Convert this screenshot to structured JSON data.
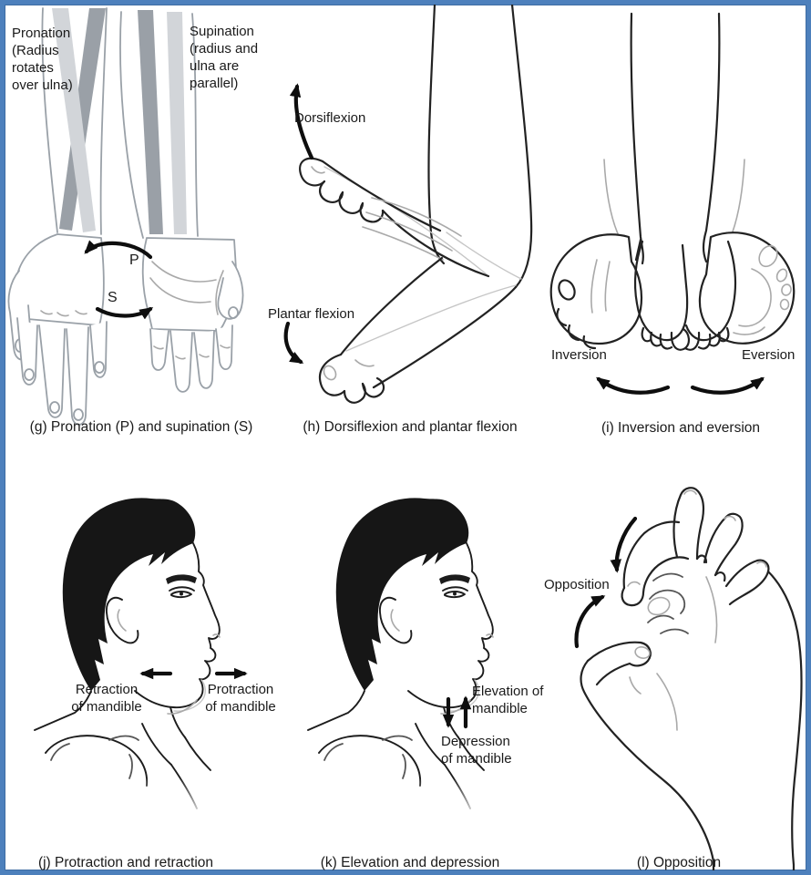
{
  "figure": {
    "border_color": "#4d80bc",
    "panels": {
      "pronation_supination": {
        "caption": "(g) Pronation (P) and supination (S)",
        "pronation_label": "Pronation\n(Radius\nrotates\nover ulna)",
        "supination_label": "Supination\n(radius and\nulna are\nparallel)",
        "pronation_letter": "P",
        "supination_letter": "S"
      },
      "dorsi_plantar": {
        "caption": "(h) Dorsiflexion and plantar flexion",
        "dorsiflexion_label": "Dorsiflexion",
        "plantar_label": "Plantar flexion"
      },
      "inversion_eversion": {
        "caption": "(i) Inversion and eversion",
        "inversion_label": "Inversion",
        "eversion_label": "Eversion"
      },
      "protraction_retraction": {
        "caption": "(j) Protraction and retraction",
        "retraction_label": "Retraction\nof mandible",
        "protraction_label": "Protraction\nof mandible"
      },
      "elevation_depression": {
        "caption": "(k) Elevation and depression",
        "elevation_label": "Elevation of\nmandible",
        "depression_label": "Depression\nof mandible"
      },
      "opposition": {
        "caption": "(l) Opposition",
        "opposition_label": "Opposition"
      }
    }
  }
}
